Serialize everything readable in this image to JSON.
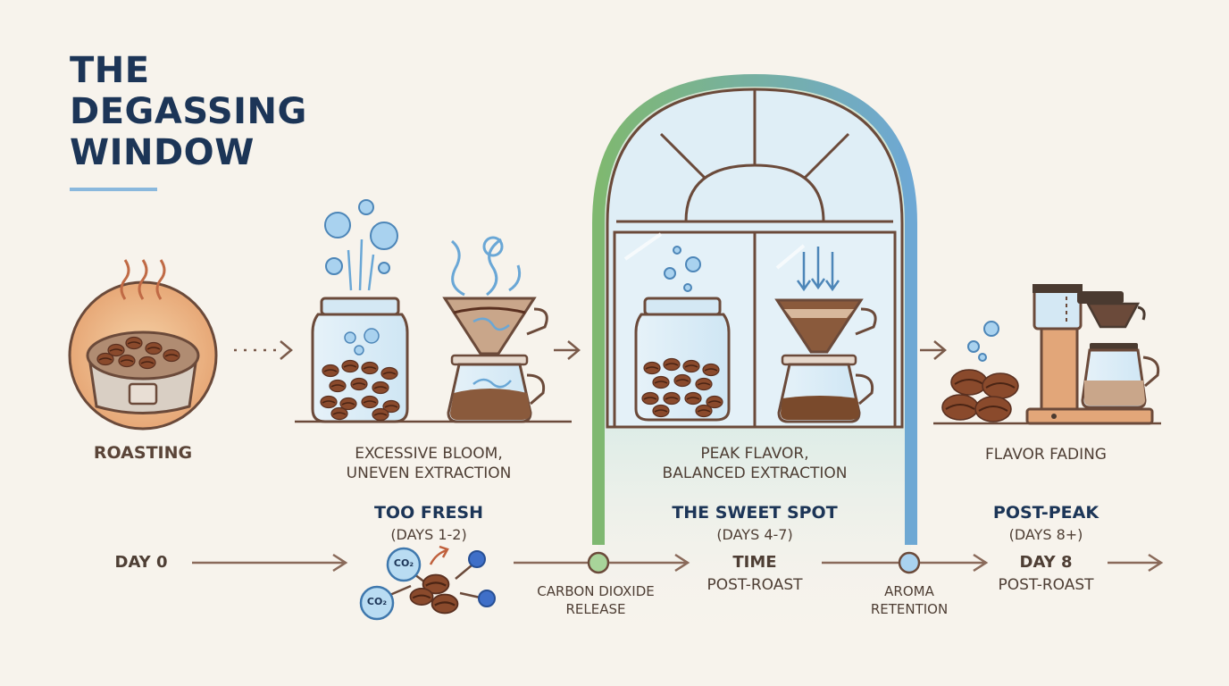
{
  "title": {
    "line1": "THE",
    "line2": "DEGASSING",
    "line3": "WINDOW"
  },
  "stages": {
    "roasting": "ROASTING",
    "excessive": {
      "line1": "EXCESSIVE BLOOM,",
      "line2": "UNEVEN EXTRACTION"
    },
    "peak": {
      "line1": "PEAK FLAVOR,",
      "line2": "BALANCED EXTRACTION"
    },
    "fading": "FLAVOR FADING"
  },
  "phases": {
    "too_fresh": {
      "name": "TOO FRESH",
      "range": "(DAYS 1-2)"
    },
    "sweet_spot": {
      "name": "THE SWEET SPOT",
      "range": "(DAYS 4-7)"
    },
    "post_peak": {
      "name": "POST-PEAK",
      "range": "(DAYS 8+)"
    }
  },
  "timeline": {
    "day0": "DAY 0",
    "time": "TIME",
    "time_sub": "POST-ROAST",
    "day8": "DAY 8",
    "day8_sub": "POST-ROAST",
    "co2": {
      "line1": "CARBON DIOXIDE",
      "line2": "RELEASE"
    },
    "aroma": {
      "line1": "AROMA",
      "line2": "RETENTION"
    }
  },
  "molecules": {
    "co2_a": "CO₂",
    "co2_b": "CO₂"
  },
  "icons": [
    "roaster-icon",
    "bubbling-jar-icon",
    "turbulent-pour-over-icon",
    "window-jar-icon",
    "window-pour-over-icon",
    "coffee-beans-icon",
    "drip-coffee-maker-icon"
  ],
  "colors": {
    "title": "#1c3557",
    "accent_blue": "#8ab8dd",
    "window_green": "#8fc47e",
    "window_blue": "#7fb3dc",
    "outline": "#6b4a3a",
    "bean": "#8a4a2c",
    "glass": "#dceef8"
  }
}
